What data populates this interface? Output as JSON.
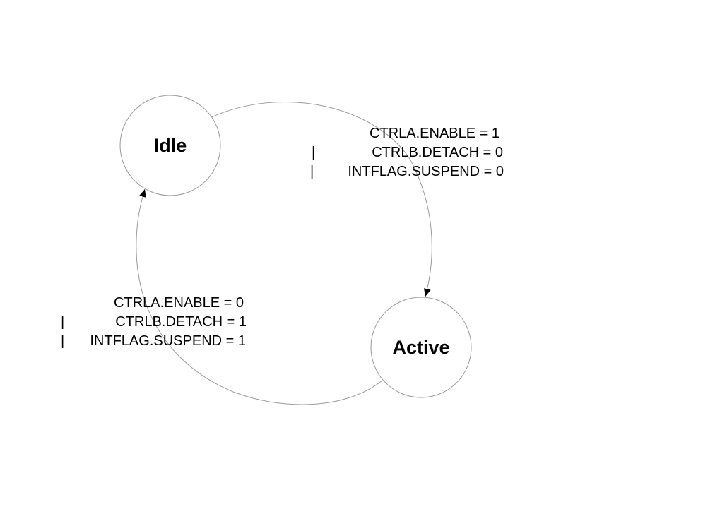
{
  "diagram": {
    "states": {
      "idle": {
        "label": "Idle"
      },
      "active": {
        "label": "Active"
      }
    },
    "transitions": {
      "idle_to_active": {
        "from": "Idle",
        "to": "Active",
        "conditions": [
          {
            "operator": "",
            "text": "CTRLA.ENABLE = 1"
          },
          {
            "operator": "|",
            "text": "CTRLB.DETACH = 0"
          },
          {
            "operator": "|",
            "text": "INTFLAG.SUSPEND = 0"
          }
        ]
      },
      "active_to_idle": {
        "from": "Active",
        "to": "Idle",
        "conditions": [
          {
            "operator": "",
            "text": "CTRLA.ENABLE = 0"
          },
          {
            "operator": "|",
            "text": "CTRLB.DETACH = 1"
          },
          {
            "operator": "|",
            "text": "INTFLAG.SUSPEND = 1"
          }
        ]
      }
    }
  }
}
